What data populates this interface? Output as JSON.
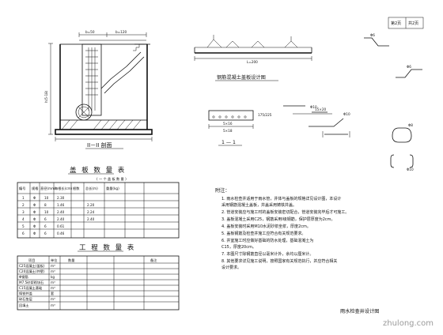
{
  "title_block": {
    "sheet_label": "第2页",
    "total_label": "共2页"
  },
  "section_view": {
    "title": "II－II 剖面",
    "dim_top_1": "b=50",
    "dim_top_2": "b=120",
    "dim_left": "h(5-18)"
  },
  "slab_view": {
    "title": "钢筋混凝土盖板设计图",
    "dim_length": "L=200",
    "dim_bottom_1": "5×16",
    "dim_bottom_2": "5×18",
    "section_mark": "1 — 1",
    "rebar_labels": [
      "Φ6",
      "Φ6",
      "Φ10",
      "15×20",
      "175/225",
      "Φ10",
      "Φ8",
      "Φ10"
    ]
  },
  "rebar_table": {
    "title": "盖 板 数 量 表",
    "subtitle": "( 一 个 盖 板 数 量 )",
    "headers": [
      "编号",
      "规格",
      "直径(mm)",
      "每根长(cm)",
      "根数",
      "总长(m)",
      "重量(kg)"
    ],
    "rows": [
      [
        "1",
        "Φ",
        "10",
        "2.30",
        "",
        "",
        ""
      ],
      [
        "2",
        "Φ",
        "8",
        "1.46",
        "",
        "2.20",
        ""
      ],
      [
        "3",
        "Φ",
        "10",
        "2.40",
        "",
        "2.24",
        ""
      ],
      [
        "4",
        "Φ",
        "6",
        "2.40",
        "",
        "2.40",
        ""
      ],
      [
        "5",
        "Φ",
        "6",
        "0.61",
        "",
        "",
        ""
      ],
      [
        "6",
        "Φ",
        "6",
        "0.46",
        "",
        "",
        ""
      ]
    ]
  },
  "quantity_table": {
    "title": "工 程 数 量 表",
    "headers": [
      "项目",
      "单位",
      "数量",
      "备注"
    ],
    "rows": [
      [
        "C25混凝土(盖板)",
        "m³",
        "",
        ""
      ],
      [
        "C20混凝土(井壁)",
        "m³",
        "",
        ""
      ],
      [
        "Φ钢筋",
        "kg",
        "",
        ""
      ],
      [
        "M7.5砂浆砌块石",
        "m³",
        "",
        ""
      ],
      [
        "C15混凝土基础",
        "m³",
        "",
        ""
      ],
      [
        "铸铁井盖",
        "套",
        "",
        ""
      ],
      [
        "碎石垫层",
        "m³",
        "",
        ""
      ],
      [
        "回填土",
        "m³",
        "",
        ""
      ]
    ]
  },
  "notes": {
    "heading": "附注：",
    "items": [
      "1. 雨水检查井适用于雨水管，井体与盖板的规格详见设计图，本设计",
      "   采用钢筋混凝土盖板，井盖采用铸铁井盖。",
      "2. 管道安装应与施工时的盖板安装密切配合，管道安装完毕后才可施工。",
      "3. 盖板混凝土采用C25，钢筋采用I级钢筋，保护层厚度为2cm。",
      "4. 盖板安装时采用M10水泥砂浆坐浆，厚度2cm。",
      "5. 盖板钢筋及检查井施工应符合有关规范要求。",
      "6. 井室施工时应做好基础的防水处理，基础混凝土为",
      "   C15，厚度20cm。",
      "7. 本图尺寸除钢筋直径以毫米计外，余均以厘米计。",
      "8. 其他要求详见施工说明，按照国家有关规范执行，并应符合相关",
      "   设计要求。"
    ]
  },
  "drawing_title": "雨水检查井设计图",
  "watermark": "zhulong.com"
}
